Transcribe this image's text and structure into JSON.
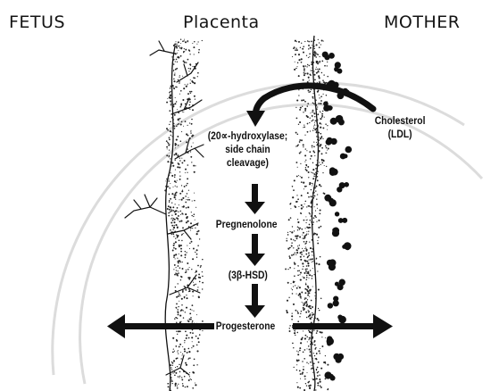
{
  "header": {
    "fetus": "FETUS",
    "placenta": "Placenta",
    "mother": "MOTHER"
  },
  "labels": {
    "cholesterol": "Cholesterol",
    "ldl": "(LDL)",
    "enzyme_line1": "(20∝-hydroxylase;",
    "enzyme_line2": "side chain",
    "enzyme_line3": "cleavage)",
    "pregnenolone": "Pregnenolone",
    "hsd": "(3β-HSD)",
    "progesterone": "Progesterone"
  },
  "colors": {
    "ink": "#111111",
    "watermark": "#d9d9d9"
  }
}
